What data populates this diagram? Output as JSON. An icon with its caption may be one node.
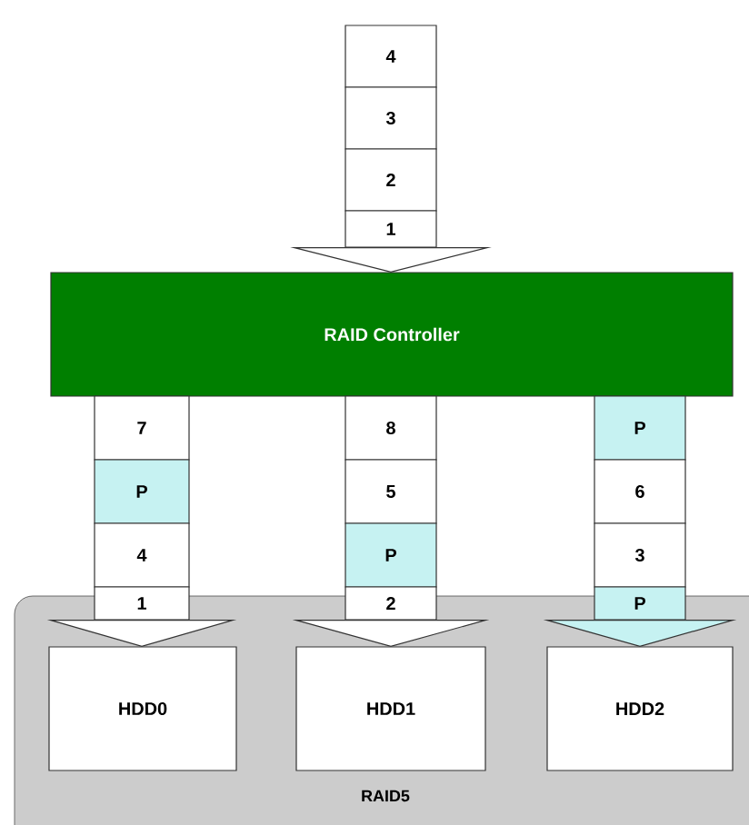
{
  "diagram": {
    "nodes": [
      {
        "text": [
          "4"
        ]
      },
      {
        "text": [
          "3"
        ]
      },
      {
        "text": [
          "2"
        ]
      },
      {
        "text": [
          "1"
        ]
      },
      {
        "text": [
          "RAID Controller"
        ]
      },
      {
        "text": [
          "7"
        ]
      },
      {
        "text": [
          "P"
        ]
      },
      {
        "text": [
          "4"
        ]
      },
      {
        "text": [
          "1"
        ]
      },
      {
        "text": [
          "8"
        ]
      },
      {
        "text": [
          "5"
        ]
      },
      {
        "text": [
          "P"
        ]
      },
      {
        "text": [
          "2"
        ]
      },
      {
        "text": [
          "P"
        ]
      },
      {
        "text": [
          "6"
        ]
      },
      {
        "text": [
          "3"
        ]
      },
      {
        "text": [
          "P"
        ]
      },
      {
        "text": [
          "RAID5"
        ]
      },
      {
        "text": [
          "HDD0"
        ],
        "in": 17
      },
      {
        "text": [
          "HDD1"
        ],
        "in": 17
      },
      {
        "text": [
          "HDD2"
        ],
        "in": 17
      }
    ],
    "edges": [
      {
        "from": 3,
        "to": 4,
        "arrow": "to"
      },
      {
        "from": 8,
        "to": 18,
        "arrow": "to"
      },
      {
        "from": 12,
        "to": 19,
        "arrow": "to"
      },
      {
        "from": 16,
        "to": 20,
        "arrow": "to"
      }
    ]
  }
}
